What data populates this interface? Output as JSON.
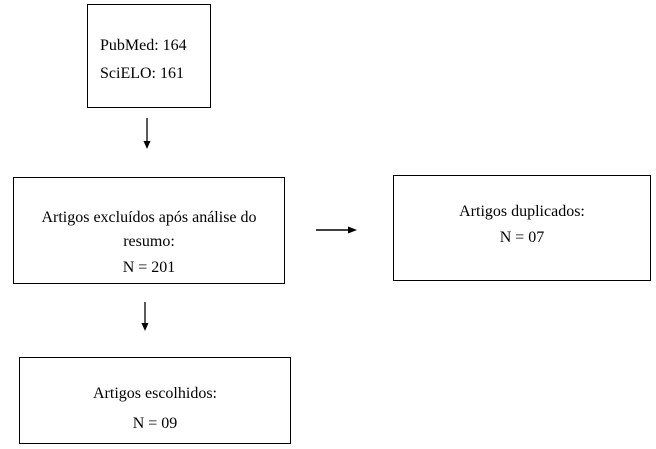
{
  "sources": {
    "pubmed": "PubMed: 164",
    "scielo": "SciELO: 161"
  },
  "excluded": {
    "line1": "Artigos excluídos após análise do",
    "line2": "resumo:",
    "count": "N = 201"
  },
  "duplicates": {
    "title": "Artigos duplicados:",
    "count": "N = 07"
  },
  "chosen": {
    "title": "Artigos escolhidos:",
    "count": "N = 09"
  },
  "colors": {
    "stroke": "#000000",
    "background": "#ffffff"
  }
}
